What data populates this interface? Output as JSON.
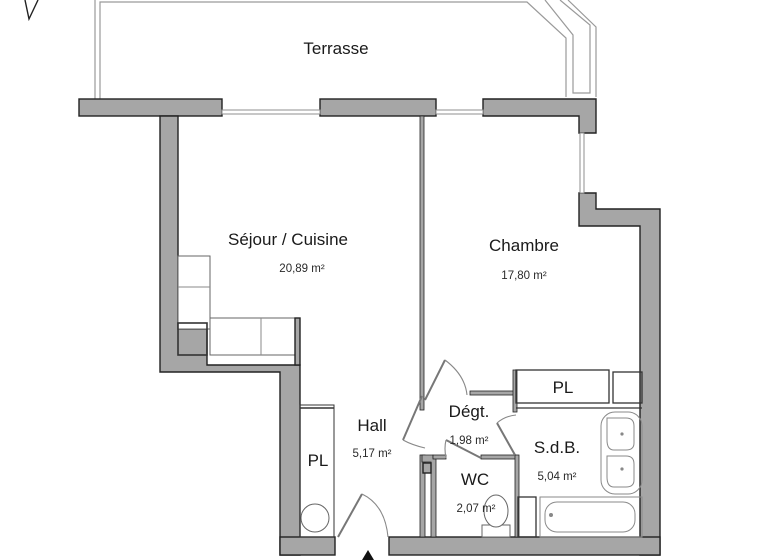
{
  "plan": {
    "type": "apartment floor plan",
    "colors": {
      "wall_fill": "#a6a6a6",
      "wall_stroke": "#222222",
      "background": "#ffffff",
      "text": "#1a1a1a"
    },
    "rooms": [
      {
        "id": "terrasse",
        "name": "Terrasse",
        "area": ""
      },
      {
        "id": "sejour",
        "name": "Séjour / Cuisine",
        "area": "20,89 m²"
      },
      {
        "id": "chambre",
        "name": "Chambre",
        "area": "17,80 m²"
      },
      {
        "id": "hall",
        "name": "Hall",
        "area": "5,17 m²"
      },
      {
        "id": "degt",
        "name": "Dégt.",
        "area": "1,98 m²"
      },
      {
        "id": "wc",
        "name": "WC",
        "area": "2,07 m²"
      },
      {
        "id": "sdb",
        "name": "S.d.B.",
        "area": "5,04 m²"
      }
    ],
    "closets": [
      {
        "id": "pl-hall",
        "name": "PL"
      },
      {
        "id": "pl-chambre",
        "name": "PL"
      }
    ],
    "icons": {
      "compass": "north-arrow-icon",
      "entrance": "entrance-arrow-icon"
    }
  }
}
